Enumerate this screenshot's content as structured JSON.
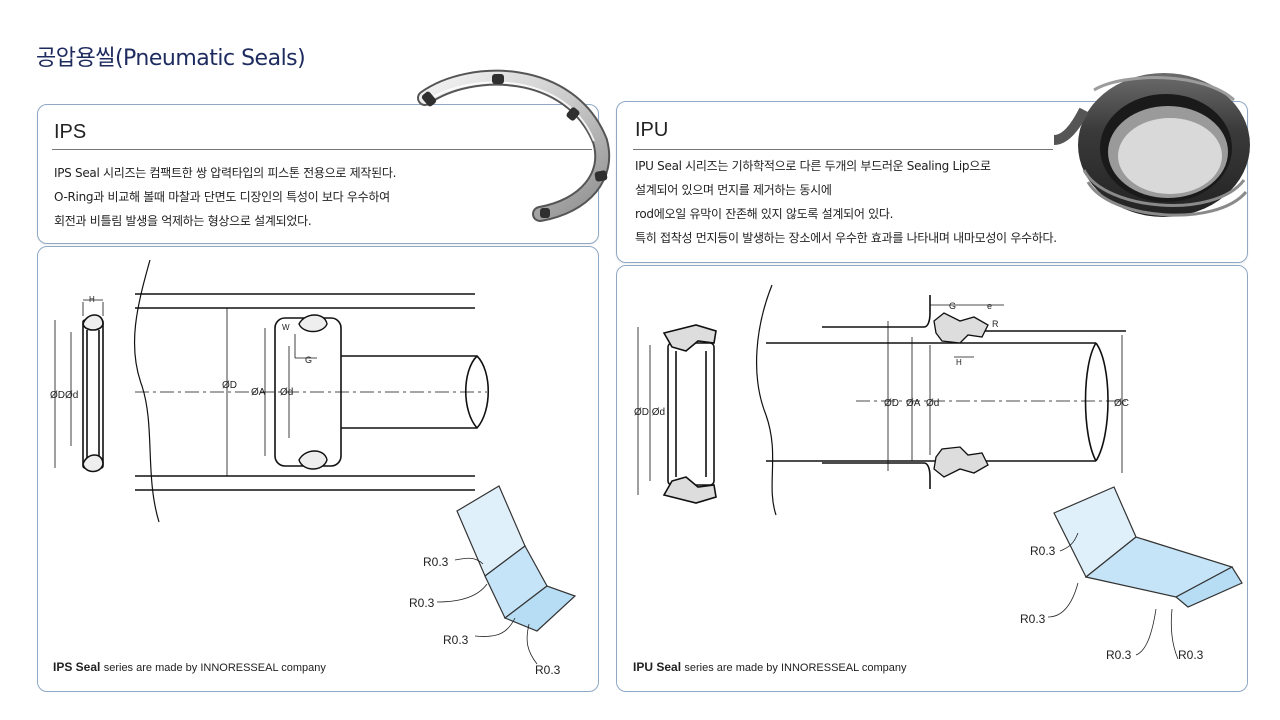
{
  "page_title": "공압용씰(Pneumatic Seals)",
  "ips": {
    "title": "IPS",
    "description": [
      "IPS Seal 시리즈는 컴팩트한 쌍 압력타입의 피스톤 전용으로 제작된다.",
      "O-Ring과 비교해 볼때 마찰과 단면도 디장인의 특성이 보다 우수하여",
      "회전과 비틀림 발생을 억제하는 형상으로 설계되었다."
    ],
    "footer_bold": "IPS Seal",
    "footer_rest": "series are made by INNORESSEAL company",
    "dim_labels": {
      "od": "ØD",
      "id": "Ød",
      "od2": "ØD",
      "oa": "ØA",
      "id2": "Ød",
      "w": "W",
      "g": "G",
      "h": "H"
    },
    "radius_labels": [
      "R0.3",
      "R0.3",
      "R0.3",
      "R0.3"
    ]
  },
  "ipu": {
    "title": "IPU",
    "description": [
      "IPU Seal 시리즈는 기하학적으로 다른 두개의 부드러운 Sealing Lip으로",
      "설계되어 있으며 먼지를 제거하는 동시에",
      "rod에오일 유막이 잔존해 있지 않도록 설계되어 있다.",
      "특히 접착성 먼지등이 발생하는 장소에서 우수한 효과를 나타내며 내마모성이 우수하다."
    ],
    "footer_bold": "IPU Seal",
    "footer_rest": "series are made by INNORESSEAL company",
    "dim_labels": {
      "od_id": "ØD Ød",
      "od": "ØD",
      "oa": "ØA",
      "id": "Ød",
      "oc": "ØC",
      "g": "G",
      "e": "e",
      "r": "R",
      "h": "H"
    },
    "radius_labels": [
      "R0.3",
      "R0.3",
      "R0.3",
      "R0.3"
    ]
  }
}
